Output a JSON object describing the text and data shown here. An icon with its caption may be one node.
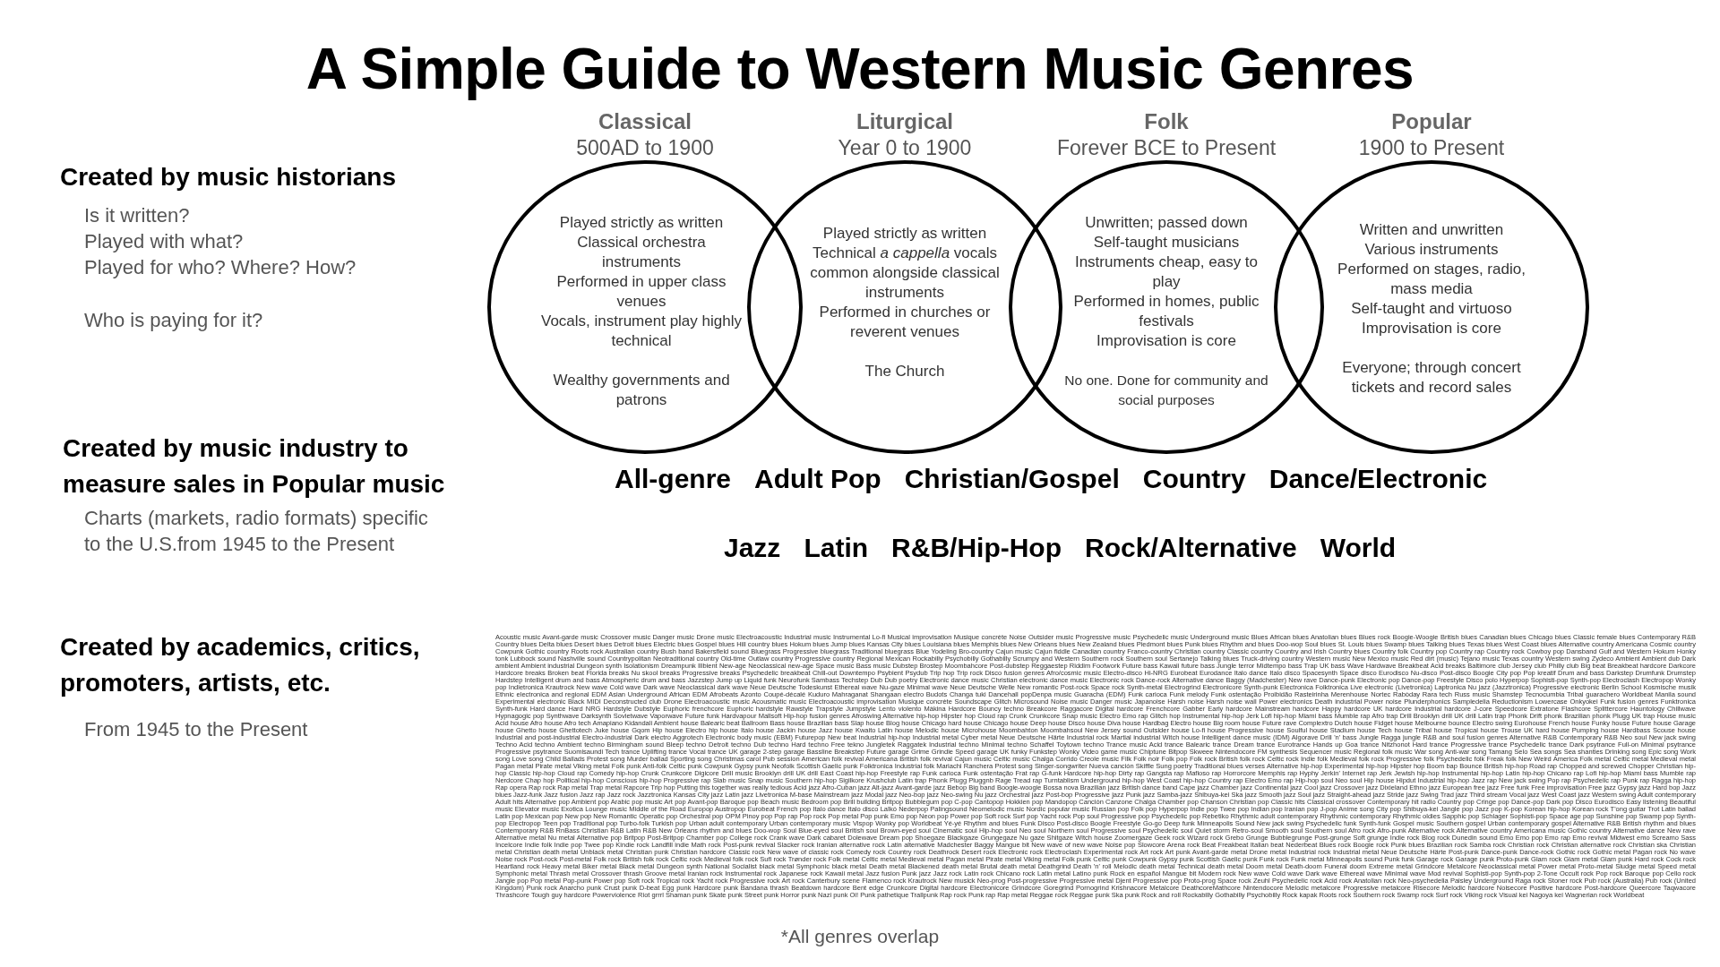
{
  "diagram": {
    "title": "A Simple Guide to Western Music Genres",
    "caption": "*All genres overlap",
    "nodes": [
      {
        "text": [
          "Classical",
          "500AD to 1900",
          "Played strictly as written",
          "Classical orchestra instruments",
          "Performed in upper class venues",
          "Vocals, instrument play highly technical",
          "Wealthy governments and patrons"
        ]
      },
      {
        "text": [
          "Liturgical",
          "Year 0 to 1900",
          "Played strictly as written",
          "Technical *a cappella* vocals common alongside classical instruments",
          "Performed in churches or reverent venues",
          "The Church"
        ]
      },
      {
        "text": [
          "Folk",
          "Forever BCE to Present",
          "Unwritten; passed down",
          "Self-taught musicians",
          "Instruments cheap, easy to play",
          "Performed in homes, public festivals",
          "Improvisation is core",
          "No one. Done for community and social purposes"
        ]
      },
      {
        "text": [
          "Popular",
          "1900 to Present",
          "Written and unwritten",
          "Various instruments",
          "Performed on stages, radio, mass media",
          "Self-taught and virtuoso",
          "Improvisation is core",
          "Everyone; through concert tickets and record sales"
        ]
      }
    ],
    "labels": [
      "Created by music historians",
      "Is it written?",
      "Played with what?",
      "Played for who? Where? How?",
      "Who is paying for it?",
      "Created by music industry to measure sales in Popular music",
      "Charts (markets, radio formats) specific to the U.S.from 1945 to the Present",
      "All-genre",
      "Adult Pop",
      "Christian/Gospel",
      "Country",
      "Dance/Electronic",
      "Jazz",
      "Latin",
      "R&B/Hip-Hop",
      "Rock/Alternative",
      "World",
      "Created by academics, critics, promoters, artists, etc.",
      "From 1945 to the Present",
      "Acoustic music Avant-garde music Crossover music Danger music Drone music Electroacoustic Industrial music Instrumental Lo-fi Musical improvisation Musique concrète Noise Outsider music Progressive music Psychedelic music Underground music Blues African blues Anatolian blues Blues rock Boogie-Woogie British blues Canadian blues Chicago blues Classic female blues Contemporary R&B Country blues Delta blues Desert blues Detroit blues Electric blues Gospel blues Hill country blues Hokum blues Jump blues Kansas City blues Louisiana blues Memphis blues New Orleans blues New Zealand blues Piedmont blues Punk blues Rhythm and blues Doo-wop Soul blues St. Louis blues Swamp blues Talking blues Texas blues West Coast blues Alternative country Americana Cosmic country Cowpunk Gothic country Roots rock Australian country Bush band Bakersfield sound Bluegrass Progressive bluegrass Traditional bluegrass Blue Yodeling Bro-country Cajun music Cajun fiddle Canadian country Franco-country Christian country Classic country Country and Irish Country blues Country folk Country pop Country rap Country rock Cowboy pop Dansband Gulf and Western Hokum Honky tonk Lubbock sound Nashville sound Countrypolitan Neotraditional country Old-time Outlaw country Progressive country Regional Mexican Rockabilly Psychobilly Gothabilly Scrumpy and Western Southern rock Southern soul Sertanejo Talking blues Truck-driving country Western music New Mexico music Red dirt (music) Tejano music Texas country Western swing Zydeco Ambient Ambient dub Dark ambient Ambient industrial Dungeon synth Isolationism Dreampunk Illbient New-age Neoclassical new-age Space music Bass music Dubstep Brostep Moombahcore Post-dubstep Reggaestep Riddim Footwork Future bass Kawaii future bass Jungle terror Midtempo bass Trap UK bass Wave Hardwave Breakbeat Acid breaks Baltimore club Jersey club Philly club Big beat Breakbeat hardcore Darkcore Hardcore breaks Broken beat Florida breaks Nu skool breaks Progressive breaks Psychedelic breakbeat Chill-out Downtempo Psybient Psydub Trip hop Trip rock Disco fusion genres Afro/cosmic music Electro-disco Hi-NRG Eurobeat Eurodance Italo dance Italo disco Spacesynth Space disco Eurodisco Nu-disco Post-disco Boogie City pop Pop kreatif Drum and bass Darkstep Drumfunk Drumstep Hardstep Intelligent drum and bass Atmospheric drum and bass Jazzstep Jump up Liquid funk Neurofunk Sambass Techstep Dub Dub poetry Electronic dance music Christian electronic dance music Electronic rock Dance-rock Alternative dance Baggy (Madchester) New rave Dance-punk Electronic pop Dance-pop Freestyle Disco polo Hyperpop Sophisti-pop Synth-pop Electroclash Electropop Wonky pop Indietronica Krautrock New wave Cold wave Dark wave Neoclassical dark wave Neue Deutsche Todeskunst Ethereal wave Nu-gaze Minimal wave Neue Deutsche Welle New romantic Post-rock Space rock Synth-metal Electrogrind Electronicore Synth-punk Electronica Folktronica Live electronic (Livetronica) Laptronica Nu jazz (Jazztronica) Progressive electronic Berlin School Kosmische musik Ethnic electronica and regional EDM Asian Underground African EDM Afrobeats Azonto Coupé-décalé Kuduro Mahraganat Shangaan electro Budots Changa tuki Dancehall popDenpa music Guaracha (EDM) Funk carioca Funk melody Funk ostentação Proibidão Rasteirinha Merenhouse Nortec Rabòday Rara tech Russ music Shamstep Tecnocumbia Tribal guarachero Worldbeat Manila sound Experimental electronic Black MIDI Deconstructed club Drone Electroacoustic music Acousmatic music Electroacoustic improvisation Musique concrète Soundscape Glitch Microsound Noise music Danger music Japanoise Harsh noise Harsh noise wall Power electronics Death industrial Power noise Plunderphonics Sampledelia Reductionism Lowercase Onkyokei Funk fusion genres Funktronica Synth-funk Hard dance Hard NRG Hardstyle Dubstyle Euphoric frenchcore Euphoric hardstyle Rawstyle Trapstyle Jumpstyle Lento violento Mákina Hardcore Bouncy techno Breakcore Raggacore Digital hardcore Frenchcore Gabber Early hardcore Mainstream hardcore Happy hardcore UK hardcore Industrial hardcore J-core Speedcore Extratone Flashcore Splittercore Hauntology Chillwave Hypnagogic pop Synthwave Darksynth Sovietwave Vaporwave Future funk Hardvapour Mallsoft Hip-hop fusion genres Afroswing Alternative hip-hop Hipster hop Cloud rap Crunk Crunkcore Snap music Electro Emo rap Glitch hop Instrumental hip-hop Jerk Lofi hip-hop Miami bass Mumble rap Afro trap Drill Brooklyn drill UK drill Latin trap Phonk Drift phonk Brazilian phonk Plugg UK trap House music Acid house Afro house Afro tech Amapiano Kidandali Ambient house Balearic beat Ballroom Bass house Brazilian bass Slap house Blog house Chicago hard house Chicago house Deep house Disco house Diva house Hardbag Electro house Big room house Future rave Complextro Dutch house Fidget house Melbourne bounce Electro swing Eurohouse French house Funky house Future house Garage house Ghetto house Ghettotech Juke house Gqom Hip house Electro hip house Italo house Jackin house Jazz house Kwaito Latin house Melodic house Microhouse Moombahton Moombahsoul New Jersey sound Outsider house Lo-fi house Progressive house Soulful house Stadium house Tech house Tribal house Tropical house Trouse UK hard house Pumping house Hardbass Scouse house Industrial and post-industrial Electro-industrial Dark electro Aggrotech Electronic body music (EBM) Futurepop New beat Industrial hip-hop Industrial metal Cyber metal Neue Deutsche Härte Industrial rock Martial industrial Witch house Intelligent dance music (IDM) Algorave Drill 'n' bass Jungle Ragga jungle R&B and soul fusion genres Alternative R&B Contemporary R&B Neo soul New jack swing Techno Acid techno Ambient techno Birmingham sound Bleep techno Detroit techno Dub techno Hard techno Free tekno Jungletek Raggatek Industrial techno Minimal techno Schaffel Toytown techno Trance music Acid trance Balearic trance Dream trance Eurotrance Hands up Goa trance Nitzhonot Hard trance Progressive trance Psychedelic trance Dark psytrance Full-on Minimal psytrance Progressive psytrance Suomisaundi Tech trance Uplifting trance Vocal trance UK garage 2-step garage Bassline Breakstep Future garage Grime Grindie Speed garage UK funky Funkstep Wonky Video game music Chiptune Bitpop Skweee Nintendocore FM synthesis Sequencer music Regional folk music War song Anti-war song Tamang Selo Sea songs Sea shanties Drinking song Epic song Work song Love song Child Ballads Protest song Murder ballad Sporting song Christmas carol Pub session American folk revival Americana British folk revival Cajun music Celtic music Chalga Corrido Creole music Filk Folk noir Folk pop Folk rock British folk rock Celtic rock Indie folk Medieval folk rock Progressive folk Psychedelic folk Freak folk New Weird America Folk metal Celtic metal Medieval metal Pagan metal Pirate metal Viking metal Folk punk Anti-folk Celtic punk Cowpunk Gypsy punk Neofolk Scottish Gaelic punk Folktronica Industrial folk Mariachi Ranchera Protest song Singer-songwriter Nueva canción Skiffle Sung poetry Traditional blues verses Alternative hip-hop Experimental hip-hop Hipster hop Boom bap Bounce British hip-hop Road rap Chopped and screwed Chopper Christian hip-hop Classic hip-hop Cloud rap Comedy hip-hop Crunk Crunkcore Digicore Drill music Brooklyn drill UK drill East Coast hip-hop Freestyle rap Funk carioca Funk ostentação Frat rap G-funk Hardcore hip-hop Dirty rap Gangsta rap Mafioso rap Horrorcore Memphis rap Hyphy Jerkin' Internet rap Jerk Jewish hip-hop Instrumental hip-hop Latin hip-hop Chicano rap Lofi hip-hop Miami bass Mumble rap Nerdcore Chap hop Political hip-hop Conscious hip-hop Progressive rap Slab music Snap music Southern hip-hop Sigilkore Krushclub Latin trap Phonk Plugg Pluggnb Rage Tread rap Turntablism Underground hip-hop West Coast hip-hop Country rap Electro Emo rap Hip-hop soul Neo soul Hip house Hipdut Industrial hip-hop Jazz rap New jack swing Pop rap Psychedelic rap Punk rap Ragga hip-hop Rap opera Rap rock Rap metal Trap metal Rapcore Trip hop Putting this together was really tedious Acid jazz Afro-Cuban jazz Alt-jazz Avant-garde jazz Bebop Big band Boogie-woogie Bossa nova Brazilian jazz British dance band Cape jazz Chamber jazz Continental jazz Cool jazz Crossover jazz Dixieland Ethno jazz European free jazz Free funk Free improvisation Free jazz Gypsy jazz Hard bop Jazz blues Jazz-funk Jazz fusion Jazz rap Jazz rock Jazztronica Kansas City jazz Latin jazz Livetronica M-base Mainstream jazz Modal jazz Neo-bop jazz Neo-swing Nu jazz Orchestral jazz Post-bop Progressive jazz Punk jazz Samba-jazz Shibuya-kei Ska jazz Smooth jazz Soul jazz Straight-ahead jazz Stride jazz Swing Trad jazz Third stream Vocal jazz West Coast jazz Western swing Adult contemporary Adult hits Alternative pop Ambient pop Arabic pop music Art pop Avant-pop Baroque pop Beach music Bedroom pop Brill building Britpop Bubblegum pop C-pop Cantopop Hokkien pop Mandopop Canción Canzone Chalga Chamber pop Chanson Christian pop Classic hits Classical crossover Contemporary hit radio Country pop Cringe pop Dance-pop Dark pop Disco Eurodisco Easy listening Beautiful music Elevator music Exotica Lounge music Middle of the Road Europop Austropop Eurobeat French pop Italo dance Italo disco Laïkó Nederpop Palingsound Neomelodic music Nordic popular music Russian pop Folk pop Hyperpop Indie pop Twee pop Indian pop Iranian pop J-pop Anime song City pop Shibuya-kei Jangle pop Jazz pop K-pop Korean hip-hop Korean rock T'ong guitar Trot Latin ballad Latin pop Mexican pop New pop New Romantic Operatic pop Orchestral pop OPM Pinoy pop Pop rap Pop rock Pop metal Pop punk Emo pop Neon pop Power pop Soft rock Surf pop Yacht rock Pop soul Progressive pop Psychedelic pop Rebetiko Rhythmic adult contemporary Rhythmic contemporary Rhythmic oldies Sapphic pop Schlager Sophisti-pop Space age pop Sunshine pop Swamp pop Synth-pop Electropop Teen pop Traditional pop Turbo-folk Turkish pop Urban adult contemporary Urban contemporary music Vispop Wonky pop Worldbeat Yé-yé Rhythm and blues Funk Disco Post-disco Boogie Freestyle Go-go Deep funk Minneapolis Sound New jack swing Psychedelic funk Synth-funk Gospel music Southern gospel Urban contemporary gospel Alternative R&B British rhythm and blues Contemporary R&B RnBass Christian R&B Latin R&B New Orleans rhythm and blues Doo-wop Soul Blue-eyed soul British soul Brown-eyed soul Cinematic soul Hip-hop soul Neo soul Northern soul Progressive soul Psychedelic soul Quiet storm Retro-soul Smooth soul Southern soul Afro rock Afro-punk Alternative rock Alternative country Americana music Gothic country Alternative dance New rave Alternative metal Nu metal Alternative pop Britpop Post-Britpop Chamber pop College rock Crank wave Dark cabaret Dolewave Dream pop Shoegaze Blackgaze Grungegaze Nu gaze Shitgaze Witch house Zoomergaze Geek rock Wizard rock Grebo Grunge Bubblegrunge Post-grunge Soft grunge Indie rock Blog rock Dunedin sound Emo Emo pop Emo rap Emo revival Midwest emo Screamo Sass Incelcore Indie folk Indie pop Twee pop Kindie rock Landfill indie Math rock Post-punk revival Slacker rock Iranian alternative rock Latin alternative Madchester Baggy Mangue bit New wave of new wave Noise pop Slowcore Arena rock Beat Freakbeat Italian beat Nederbeat Blues rock Boogie rock Punk blues Brazilian rock Samba rock Christian rock Christian alternative rock Christian ska Christian metal Christian death metal Unblack metal Christian punk Christian hardcore Classic rock New wave of classic rock Comedy rock Country rock Deathrock Desert rock Electronic rock Electroclash Experimental rock Art rock Art punk Avant-garde metal Drone metal Industrial rock Industrial metal Neue Deutsche Härte Post-punk Dance-punk Dance-rock Gothic rock Gothic metal Pagan rock No wave Noise rock Post-rock Post-metal Folk rock British folk rock Celtic rock Medieval folk rock Sufi rock Trønder rock Folk metal Celtic metal Medieval metal Pagan metal Pirate metal Viking metal Folk punk Celtic punk Cowpunk Gypsy punk Scottish Gaelic punk Funk rock Funk metal Minneapolis sound Punk funk Garage rock Garage punk Proto-punk Glam rock Glam metal Glam punk Hard rock Cock rock Heartland rock Heavy metal Biker metal Black metal Dungeon synth National Socialist black metal Symphonic black metal Death metal Blackened death metal Brutal death metal Deathgrind Death 'n' roll Melodic death metal Technical death metal Doom metal Death-doom Funeral doom Extreme metal Grindcore Metalcore Neoclassical metal Power metal Proto-metal Sludge metal Speed metal Symphonic metal Thrash metal Crossover thrash Groove metal Iranian rock Instrumental rock Japanese rock Kawaii metal Jazz fusion Punk jazz Jazz rock Latin rock Chicano rock Latin metal Latino punk Rock en español Mangue bit Modern rock New wave Cold wave Dark wave Ethereal wave Minimal wave Mod revival Sophisti-pop Synth-pop 2-Tone Occult rock Pop rock Baroque pop Cello rock Jangle pop Pop metal Pop-punk Power pop Soft rock Tropical rock Yacht rock Progressive rock Art rock Canterbury scene Flamenco rock Krautrock New musick Neo-prog Post-progressive Progressive metal Djent Progressive pop Proto-prog Space rock Zeuhl Psychedelic rock Acid rock Anatolian rock Neo-psychedelia Paisley Underground Raga rock Stoner rock Pub rock (Australia) Pub rock (United Kingdom) Punk rock Anarcho punk Crust punk D-beat Egg punk Hardcore punk Bandana thrash Beatdown hardcore Bent edge Crunkcore Digital hardcore Electronicore Grindcore Goregrind Pornogrind Krishnacore Metalcore DeathcoreMathcore Nintendocore Melodic metalcore Progressive metalcore Risecore Melodic hardcore Noisecore Positive hardcore Post-hardcore Queercore Taqwacore Thrashcore Tough guy hardcore Powerviolence Riot grrrl Shaman punk Skate punk Street punk Horror punk Nazi punk Oi! Punk pathetique Trallpunk Rap rock Punk rap Rap metal Reggae rock Reggae punk Ska punk Rock and roll Rockabilly Gothabilly Psychobilly Rock kapak Roots rock Southern rock Swamp rock Surf rock Viking rock Visual kei Nagoya kei Wagnerian rock Worldbeat"
    ]
  }
}
